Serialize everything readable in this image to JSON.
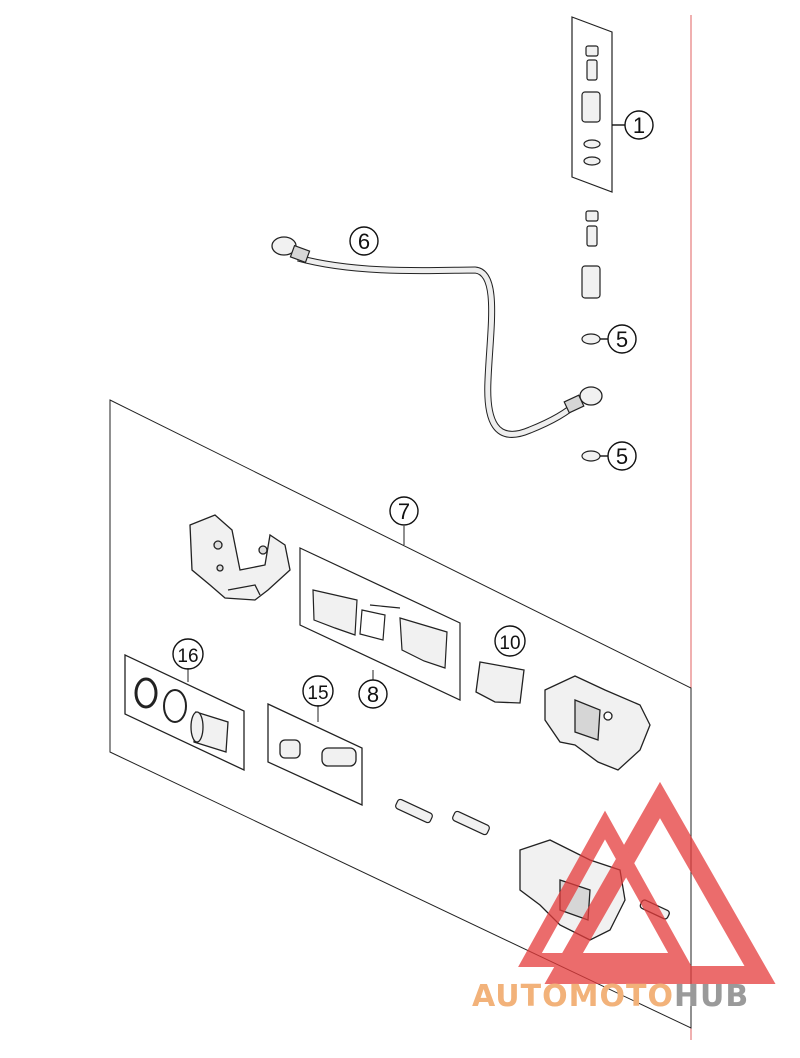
{
  "callouts": {
    "c1": "1",
    "c5a": "5",
    "c5b": "5",
    "c6": "6",
    "c7": "7",
    "c8": "8",
    "c10": "10",
    "c15": "15",
    "c16": "16"
  },
  "watermark": {
    "part1": "AUTOMOTO",
    "part2": "HUB",
    "color_primary": "#f2b27a",
    "color_secondary": "#9a9a9a",
    "logo_color": "#e53b3b"
  },
  "colors": {
    "line": "#222222",
    "part_fill": "#f1f1f1",
    "part_shade": "#d6d6d6",
    "boundary": "#e06060"
  }
}
